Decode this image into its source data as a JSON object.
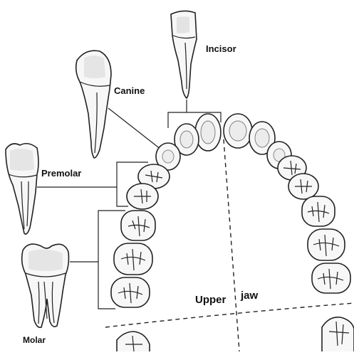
{
  "labels": {
    "incisor": "Incisor",
    "canine": "Canine",
    "premolar": "Premolar",
    "molar": "Molar",
    "upper": "Upper",
    "jaw": "jaw"
  },
  "colors": {
    "outline": "#222222",
    "tooth_fill": "#f7f7f7",
    "stipple": "#cfcfcf",
    "background": "#ffffff"
  }
}
